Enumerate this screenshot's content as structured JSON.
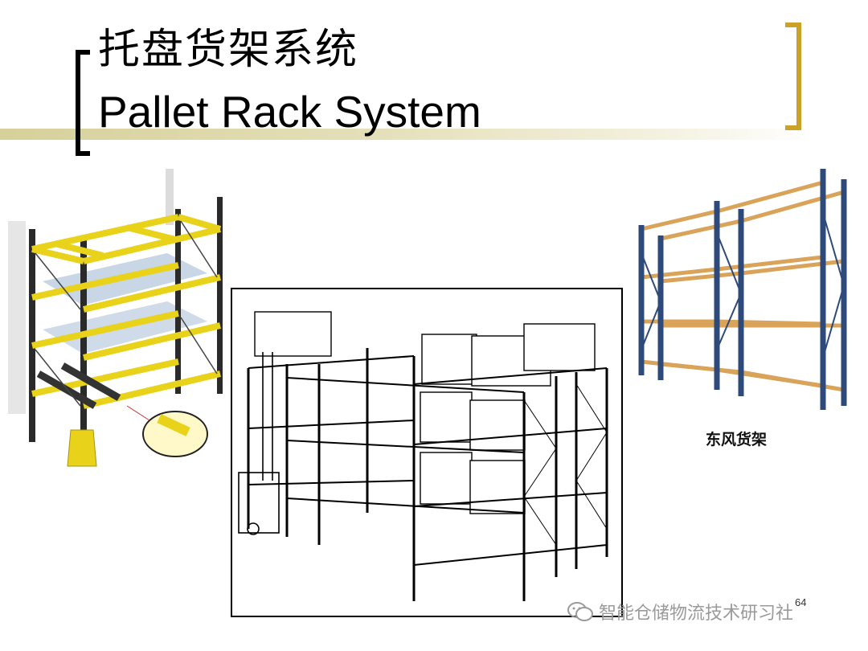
{
  "slide": {
    "title_cn": "托盘货架系统",
    "title_en": "Pallet Rack System",
    "caption": "东风货架",
    "page_number": "64",
    "watermark": "智能仓储物流技术研习社"
  },
  "colors": {
    "bracket_left": "#000000",
    "bracket_right": "#c9a227",
    "rule": "#d6d09a",
    "yellow_rack": "#e8d21a",
    "blue_upright": "#2e4a7a",
    "orange_beam": "#d9a35a"
  },
  "icons": [
    "left-bracket-icon",
    "right-bracket-icon",
    "wechat-icon"
  ],
  "images": [
    "yellow-pallet-rack-image",
    "pallet-rack-line-drawing",
    "blue-orange-rack-image"
  ]
}
